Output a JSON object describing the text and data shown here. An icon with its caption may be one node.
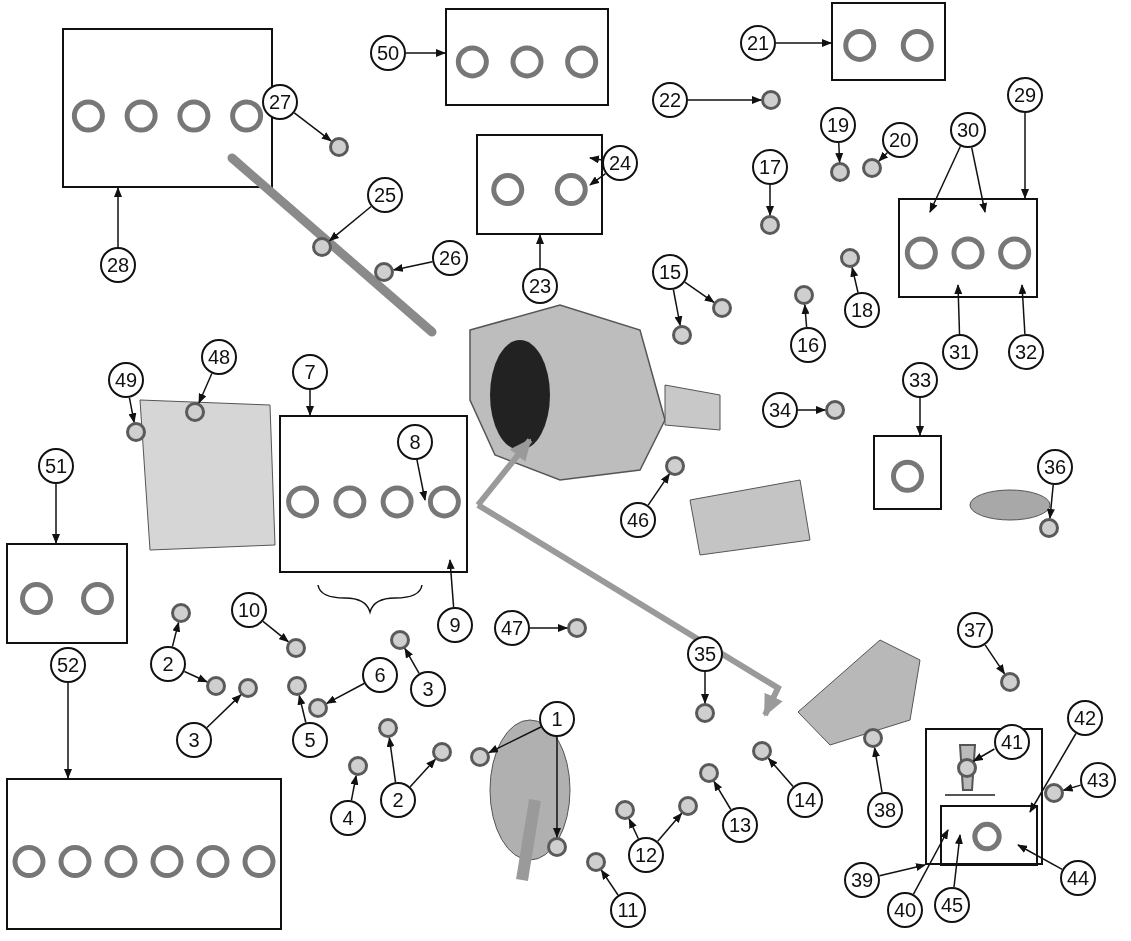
{
  "diagram": {
    "nodes": [
      {
        "text": [],
        "shape": "box"
      },
      {
        "text": [],
        "shape": "box"
      },
      {
        "text": [],
        "shape": "box"
      },
      {
        "text": [],
        "shape": "box"
      },
      {
        "text": [],
        "shape": "box"
      },
      {
        "text": [],
        "shape": "box"
      },
      {
        "text": [],
        "shape": "box"
      },
      {
        "text": [],
        "shape": "box"
      },
      {
        "text": [],
        "shape": "box"
      },
      {
        "text": [],
        "shape": "box"
      },
      {
        "text": [],
        "shape": "box",
        "in": 9
      },
      {
        "text": [
          "28"
        ]
      },
      {
        "text": [
          "50"
        ]
      },
      {
        "text": [
          "21"
        ]
      },
      {
        "text": [
          "27"
        ]
      },
      {
        "text": [
          "22"
        ]
      },
      {
        "text": [
          "25"
        ]
      },
      {
        "text": [
          "24"
        ]
      },
      {
        "text": [
          "19"
        ]
      },
      {
        "text": [
          "20"
        ]
      },
      {
        "text": [
          "30"
        ]
      },
      {
        "text": [
          "29"
        ]
      },
      {
        "text": [
          "26"
        ]
      },
      {
        "text": [
          "23"
        ]
      },
      {
        "text": [
          "17"
        ]
      },
      {
        "text": [
          "15"
        ]
      },
      {
        "text": [
          "18"
        ]
      },
      {
        "text": [
          "16"
        ]
      },
      {
        "text": [
          "31"
        ]
      },
      {
        "text": [
          "32"
        ]
      },
      {
        "text": [
          "49"
        ]
      },
      {
        "text": [
          "48"
        ]
      },
      {
        "text": [
          "7"
        ]
      },
      {
        "text": [
          "8"
        ],
        "in": 6
      },
      {
        "text": [
          "34"
        ]
      },
      {
        "text": [
          "33"
        ]
      },
      {
        "text": [
          "51"
        ]
      },
      {
        "text": [
          "36"
        ]
      },
      {
        "text": [
          "10"
        ]
      },
      {
        "text": [
          "9"
        ]
      },
      {
        "text": [
          "6"
        ]
      },
      {
        "text": [
          "47"
        ]
      },
      {
        "text": [
          "35"
        ]
      },
      {
        "text": [
          "46"
        ]
      },
      {
        "text": [
          "37"
        ]
      },
      {
        "text": [
          "52"
        ]
      },
      {
        "text": [
          "2"
        ]
      },
      {
        "text": [
          "3"
        ]
      },
      {
        "text": [
          "3"
        ]
      },
      {
        "text": [
          "1"
        ]
      },
      {
        "text": [
          "5"
        ]
      },
      {
        "text": [
          "4"
        ]
      },
      {
        "text": [
          "2"
        ]
      },
      {
        "text": [
          "12"
        ]
      },
      {
        "text": [
          "11"
        ]
      },
      {
        "text": [
          "13"
        ]
      },
      {
        "text": [
          "14"
        ]
      },
      {
        "text": [
          "38"
        ]
      },
      {
        "text": [
          "41"
        ],
        "in": 9
      },
      {
        "text": [
          "42"
        ]
      },
      {
        "text": [
          "43"
        ]
      },
      {
        "text": [
          "39"
        ]
      },
      {
        "text": [
          "40"
        ]
      },
      {
        "text": [
          "45"
        ]
      },
      {
        "text": [
          "44"
        ]
      },
      {
        "text": [],
        "shape": "circle"
      },
      {
        "text": [],
        "shape": "circle"
      },
      {
        "text": [],
        "shape": "circle"
      },
      {
        "text": [],
        "shape": "circle"
      },
      {
        "text": [],
        "shape": "circle"
      },
      {
        "text": [],
        "shape": "circle"
      },
      {
        "text": [],
        "shape": "circle"
      },
      {
        "text": [],
        "shape": "circle"
      },
      {
        "text": [],
        "shape": "circle"
      },
      {
        "text": [],
        "shape": "circle"
      },
      {
        "text": [],
        "shape": "circle"
      },
      {
        "text": [],
        "shape": "circle"
      },
      {
        "text": [],
        "shape": "circle"
      },
      {
        "text": [],
        "shape": "circle"
      },
      {
        "text": [],
        "shape": "circle"
      },
      {
        "text": [],
        "shape": "circle"
      },
      {
        "text": [],
        "shape": "circle"
      },
      {
        "text": [],
        "shape": "circle"
      },
      {
        "text": [],
        "shape": "circle"
      },
      {
        "text": [],
        "shape": "circle"
      },
      {
        "text": [],
        "shape": "circle"
      },
      {
        "text": [],
        "shape": "circle"
      },
      {
        "text": [],
        "shape": "circle"
      },
      {
        "text": [],
        "shape": "circle"
      },
      {
        "text": [],
        "shape": "circle"
      },
      {
        "text": [],
        "shape": "circle"
      },
      {
        "text": [],
        "shape": "circle"
      },
      {
        "text": [],
        "shape": "circle"
      },
      {
        "text": [],
        "shape": "circle"
      },
      {
        "text": [],
        "shape": "circle"
      },
      {
        "text": [],
        "shape": "circle"
      },
      {
        "text": [],
        "shape": "circle"
      },
      {
        "text": [],
        "shape": "circle"
      },
      {
        "text": [],
        "shape": "circle"
      },
      {
        "text": [],
        "shape": "circle"
      },
      {
        "text": [],
        "shape": "circle"
      },
      {
        "text": [],
        "shape": "circle"
      },
      {
        "text": [],
        "shape": "circle",
        "in": 9
      },
      {
        "text": [],
        "shape": "circle"
      }
    ],
    "edges": [
      {
        "from": 11,
        "to": 0,
        "arrow": "to"
      },
      {
        "from": 12,
        "to": 1,
        "arrow": "to"
      },
      {
        "from": 13,
        "to": 2,
        "arrow": "to"
      },
      {
        "from": 14,
        "to": 65,
        "arrow": "to"
      },
      {
        "from": 15,
        "to": 66,
        "arrow": "to"
      },
      {
        "from": 16,
        "to": 67,
        "arrow": "to"
      },
      {
        "from": 17,
        "to": 3,
        "arrow": "to"
      },
      {
        "from": 17,
        "to": 3,
        "arrow": "to"
      },
      {
        "from": 18,
        "to": 68,
        "arrow": "to"
      },
      {
        "from": 19,
        "to": 69,
        "arrow": "to"
      },
      {
        "from": 20,
        "to": 4,
        "arrow": "to"
      },
      {
        "from": 20,
        "to": 4,
        "arrow": "to"
      },
      {
        "from": 21,
        "to": 4,
        "arrow": "to"
      },
      {
        "from": 22,
        "to": 70,
        "arrow": "to"
      },
      {
        "from": 23,
        "to": 3,
        "arrow": "to"
      },
      {
        "from": 24,
        "to": 71,
        "arrow": "to"
      },
      {
        "from": 25,
        "to": 72,
        "arrow": "to"
      },
      {
        "from": 25,
        "to": 73,
        "arrow": "to"
      },
      {
        "from": 26,
        "to": 74,
        "arrow": "to"
      },
      {
        "from": 27,
        "to": 75,
        "arrow": "to"
      },
      {
        "from": 28,
        "to": 4,
        "arrow": "to"
      },
      {
        "from": 29,
        "to": 4,
        "arrow": "to"
      },
      {
        "from": 30,
        "to": 76,
        "arrow": "to"
      },
      {
        "from": 31,
        "to": 77,
        "arrow": "to"
      },
      {
        "from": 32,
        "to": 6,
        "arrow": "to"
      },
      {
        "from": 33,
        "to": 6,
        "arrow": "to"
      },
      {
        "from": 34,
        "to": 78,
        "arrow": "to"
      },
      {
        "from": 35,
        "to": 5,
        "arrow": "to"
      },
      {
        "from": 36,
        "to": 7,
        "arrow": "to"
      },
      {
        "from": 37,
        "to": 79,
        "arrow": "to"
      },
      {
        "from": 38,
        "to": 80,
        "arrow": "to"
      },
      {
        "from": 39,
        "to": 6,
        "arrow": "to"
      },
      {
        "from": 40,
        "to": 81,
        "arrow": "to"
      },
      {
        "from": 41,
        "to": 82,
        "arrow": "to"
      },
      {
        "from": 42,
        "to": 83,
        "arrow": "to"
      },
      {
        "from": 43,
        "to": 84,
        "arrow": "to"
      },
      {
        "from": 44,
        "to": 85,
        "arrow": "to"
      },
      {
        "from": 45,
        "to": 8,
        "arrow": "to"
      },
      {
        "from": 46,
        "to": 86,
        "arrow": "to"
      },
      {
        "from": 46,
        "to": 87,
        "arrow": "to"
      },
      {
        "from": 47,
        "to": 88,
        "arrow": "to"
      },
      {
        "from": 48,
        "to": 89,
        "arrow": "to"
      },
      {
        "from": 49,
        "to": 90,
        "arrow": "to"
      },
      {
        "from": 49,
        "to": 91,
        "arrow": "to"
      },
      {
        "from": 50,
        "to": 92,
        "arrow": "to"
      },
      {
        "from": 51,
        "to": 93,
        "arrow": "to"
      },
      {
        "from": 52,
        "to": 94,
        "arrow": "to"
      },
      {
        "from": 52,
        "to": 95,
        "arrow": "to"
      },
      {
        "from": 53,
        "to": 96,
        "arrow": "to"
      },
      {
        "from": 53,
        "to": 97,
        "arrow": "to"
      },
      {
        "from": 54,
        "to": 98,
        "arrow": "to"
      },
      {
        "from": 55,
        "to": 99,
        "arrow": "to"
      },
      {
        "from": 56,
        "to": 100,
        "arrow": "to"
      },
      {
        "from": 57,
        "to": 101,
        "arrow": "to"
      },
      {
        "from": 58,
        "to": 102,
        "arrow": "to"
      },
      {
        "from": 59,
        "to": 10,
        "arrow": "to"
      },
      {
        "from": 60,
        "to": 103,
        "arrow": "to"
      },
      {
        "from": 61,
        "to": 9,
        "arrow": "to"
      },
      {
        "from": 62,
        "to": 10,
        "arrow": "to"
      },
      {
        "from": 63,
        "to": 10,
        "arrow": "to"
      },
      {
        "from": 64,
        "to": 10,
        "arrow": "to"
      }
    ]
  }
}
